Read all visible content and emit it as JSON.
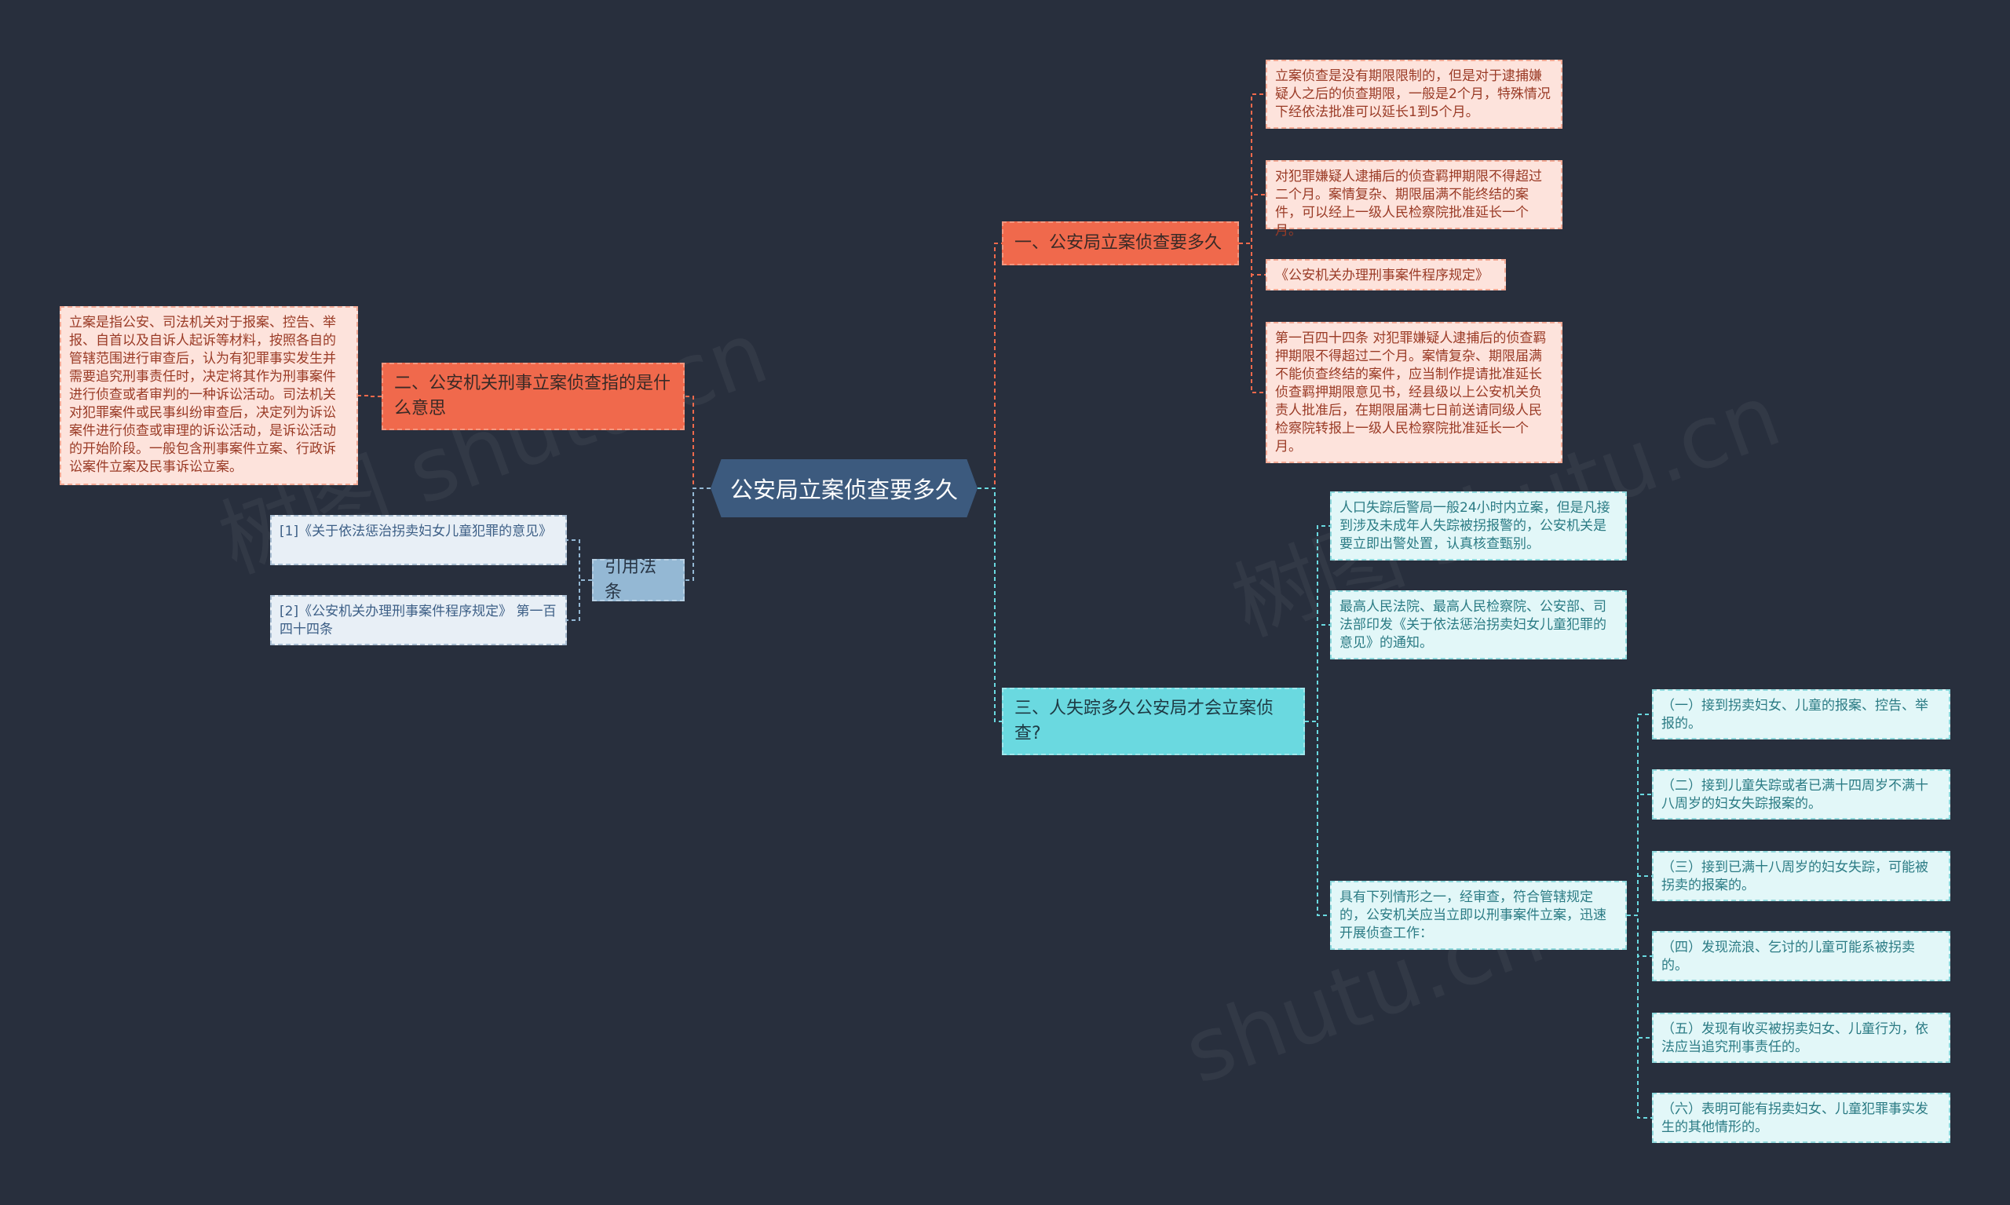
{
  "center": {
    "label": "公安局立案侦查要多久"
  },
  "branches": {
    "b1": "一、公安局立案侦查要多久",
    "b2": "二、公安机关刑事立案侦查指的是什么意思",
    "b3": "三、人失踪多久公安局才会立案侦查?",
    "b4": "引用法条"
  },
  "leaves": {
    "l1": "立案侦查是没有期限限制的，但是对于逮捕嫌疑人之后的侦查期限，一般是2个月，特殊情况下经依法批准可以延长1到5个月。",
    "l2": "对犯罪嫌疑人逮捕后的侦查羁押期限不得超过二个月。案情复杂、期限届满不能终结的案件，可以经上一级人民检察院批准延长一个月。",
    "l3": "《公安机关办理刑事案件程序规定》",
    "l4": "第一百四十四条 对犯罪嫌疑人逮捕后的侦查羁押期限不得超过二个月。案情复杂、期限届满不能侦查终结的案件，应当制作提请批准延长侦查羁押期限意见书，经县级以上公安机关负责人批准后，在期限届满七日前送请同级人民检察院转报上一级人民检察院批准延长一个月。",
    "l5": "立案是指公安、司法机关对于报案、控告、举报、自首以及自诉人起诉等材料，按照各自的管辖范围进行审查后，认为有犯罪事实发生并需要追究刑事责任时，决定将其作为刑事案件进行侦查或者审判的一种诉讼活动。司法机关对犯罪案件或民事纠纷审查后，决定列为诉讼案件进行侦查或审理的诉讼活动，是诉讼活动的开始阶段。一般包含刑事案件立案、行政诉讼案件立案及民事诉讼立案。",
    "l6": "[1]《关于依法惩治拐卖妇女儿童犯罪的意见》",
    "l7": "[2]《公安机关办理刑事案件程序规定》 第一百四十四条",
    "l8": "人口失踪后警局一般24小时内立案，但是凡接到涉及未成年人失踪被拐报警的，公安机关是要立即出警处置，认真核查甄别。",
    "l9": "最高人民法院、最高人民检察院、公安部、司法部印发《关于依法惩治拐卖妇女儿童犯罪的意见》的通知。",
    "l10": "具有下列情形之一，经审查，符合管辖规定的，公安机关应当立即以刑事案件立案，迅速开展侦查工作：",
    "s1": "（一）接到拐卖妇女、儿童的报案、控告、举报的。",
    "s2": "（二）接到儿童失踪或者已满十四周岁不满十八周岁的妇女失踪报案的。",
    "s3": "（三）接到已满十八周岁的妇女失踪，可能被拐卖的报案的。",
    "s4": "（四）发现流浪、乞讨的儿童可能系被拐卖的。",
    "s5": "（五）发现有收买被拐卖妇女、儿童行为，依法应当追究刑事责任的。",
    "s6": "（六）表明可能有拐卖妇女、儿童犯罪事实发生的其他情形的。"
  },
  "colors": {
    "background": "#282f3d",
    "center": "#3c5a7e",
    "orange": "#f0694c",
    "cyan": "#6ad9e0",
    "blue": "#94b8d4"
  }
}
